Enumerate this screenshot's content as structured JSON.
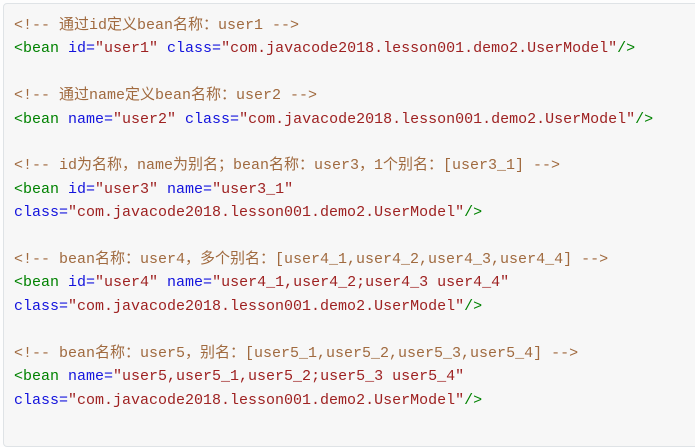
{
  "colors": {
    "comment": "#a06a3f",
    "tag": "#008200",
    "attr": "#1414dd",
    "value": "#9e2121",
    "bg": "#f7f7f7",
    "border": "#dfe3e6",
    "page": "#fdfdfd"
  },
  "code": {
    "language": "xml",
    "lines": [
      {
        "tokens": [
          {
            "c": "comment",
            "t": "<!-- 通过id定义bean名称：user1 -->"
          }
        ]
      },
      {
        "tokens": [
          {
            "c": "tag",
            "t": "<bean"
          },
          {
            "c": "attr",
            "t": " id="
          },
          {
            "c": "value",
            "t": "\"user1\""
          },
          {
            "c": "attr",
            "t": " class="
          },
          {
            "c": "value",
            "t": "\"com.javacode2018.lesson001.demo2.UserModel\""
          },
          {
            "c": "tag",
            "t": "/>"
          }
        ]
      },
      {
        "tokens": []
      },
      {
        "tokens": [
          {
            "c": "comment",
            "t": "<!-- 通过name定义bean名称：user2 -->"
          }
        ]
      },
      {
        "tokens": [
          {
            "c": "tag",
            "t": "<bean"
          },
          {
            "c": "attr",
            "t": " name="
          },
          {
            "c": "value",
            "t": "\"user2\""
          },
          {
            "c": "attr",
            "t": " class="
          },
          {
            "c": "value",
            "t": "\"com.javacode2018.lesson001.demo2.UserModel\""
          },
          {
            "c": "tag",
            "t": "/>"
          }
        ]
      },
      {
        "tokens": []
      },
      {
        "tokens": [
          {
            "c": "comment",
            "t": "<!-- id为名称，name为别名；bean名称：user3，1个别名：[user3_1] -->"
          }
        ]
      },
      {
        "tokens": [
          {
            "c": "tag",
            "t": "<bean"
          },
          {
            "c": "attr",
            "t": " id="
          },
          {
            "c": "value",
            "t": "\"user3\""
          },
          {
            "c": "attr",
            "t": " name="
          },
          {
            "c": "value",
            "t": "\"user3_1\""
          }
        ]
      },
      {
        "tokens": [
          {
            "c": "attr",
            "t": "class="
          },
          {
            "c": "value",
            "t": "\"com.javacode2018.lesson001.demo2.UserModel\""
          },
          {
            "c": "tag",
            "t": "/>"
          }
        ]
      },
      {
        "tokens": []
      },
      {
        "tokens": [
          {
            "c": "comment",
            "t": "<!-- bean名称：user4，多个别名：[user4_1,user4_2,user4_3,user4_4] -->"
          }
        ]
      },
      {
        "tokens": [
          {
            "c": "tag",
            "t": "<bean"
          },
          {
            "c": "attr",
            "t": " id="
          },
          {
            "c": "value",
            "t": "\"user4\""
          },
          {
            "c": "attr",
            "t": " name="
          },
          {
            "c": "value",
            "t": "\"user4_1,user4_2;user4_3 user4_4\""
          }
        ]
      },
      {
        "tokens": [
          {
            "c": "attr",
            "t": "class="
          },
          {
            "c": "value",
            "t": "\"com.javacode2018.lesson001.demo2.UserModel\""
          },
          {
            "c": "tag",
            "t": "/>"
          }
        ]
      },
      {
        "tokens": []
      },
      {
        "tokens": [
          {
            "c": "comment",
            "t": "<!-- bean名称：user5，别名：[user5_1,user5_2,user5_3,user5_4] -->"
          }
        ]
      },
      {
        "tokens": [
          {
            "c": "tag",
            "t": "<bean"
          },
          {
            "c": "attr",
            "t": " name="
          },
          {
            "c": "value",
            "t": "\"user5,user5_1,user5_2;user5_3 user5_4\""
          }
        ]
      },
      {
        "tokens": [
          {
            "c": "attr",
            "t": "class="
          },
          {
            "c": "value",
            "t": "\"com.javacode2018.lesson001.demo2.UserModel\""
          },
          {
            "c": "tag",
            "t": "/>"
          }
        ]
      }
    ]
  }
}
